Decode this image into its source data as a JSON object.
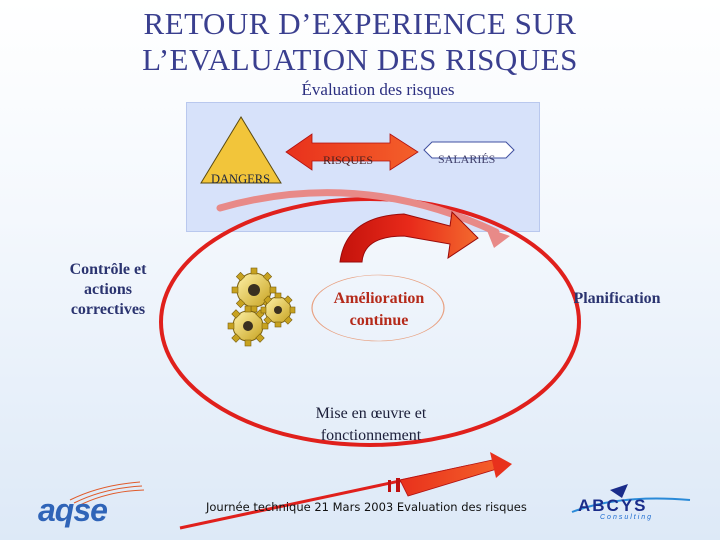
{
  "title_line1": "RETOUR D’EXPERIENCE SUR",
  "title_line2": "L’EVALUATION DES RISQUES",
  "subtitle": "Évaluation des risques",
  "labels": {
    "risques": "RISQUES",
    "salaries": "SALARIÉS",
    "dangers": "DANGERS"
  },
  "cycle": {
    "controle_line1": "Contrôle et",
    "controle_line2": "actions",
    "controle_line3": "correctives",
    "amelioration_line1": "Amélioration",
    "amelioration_line2": "continue",
    "planification": "Planification",
    "mise_line1": "Mise en œuvre et",
    "mise_line2": "fonctionnement"
  },
  "footer": "Journée technique 21 Mars 2003 Evaluation des risques",
  "logos": {
    "left_name": "aqse",
    "right_name": "ABCYS",
    "right_sub": "Consulting"
  },
  "colors": {
    "title": "#3a3f8f",
    "panel": "#d7e2fa",
    "triangle": "#f2c53a",
    "arrow_red": "#e0201c",
    "cycle_ring": "#e0201c",
    "gears": "#f1d24a"
  }
}
